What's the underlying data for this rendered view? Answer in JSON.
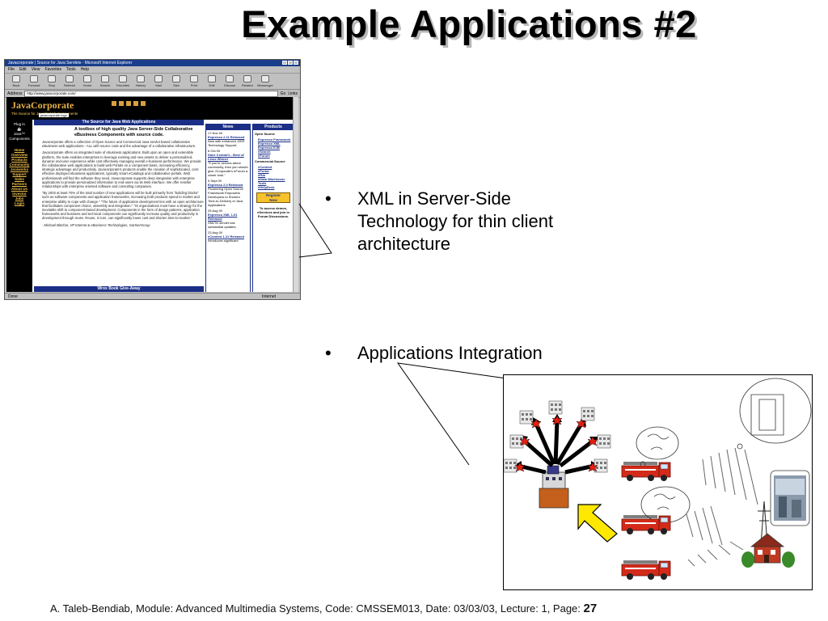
{
  "slide": {
    "title": "Example Applications #2",
    "bullets": [
      {
        "lines": [
          "XML in Server-Side",
          "Technology for thin client",
          "architecture"
        ]
      },
      {
        "lines": [
          "Applications Integration"
        ]
      }
    ],
    "footer": "A. Taleb-Bendiab, Module: Advanced Multimedia Systems, Code: CMSSEM013, Date: 03/03/03, Lecture: 1, Page: ",
    "page_number": "27"
  },
  "browser": {
    "window_title": "Javacorporate | Source for Java Servlets - Microsoft Internet Explorer",
    "menu": [
      "File",
      "Edit",
      "View",
      "Favorites",
      "Tools",
      "Help"
    ],
    "toolbar": [
      "Back",
      "Forward",
      "Stop",
      "Refresh",
      "Home",
      "Search",
      "Favorites",
      "History",
      "Mail",
      "Size",
      "Print",
      "Edit",
      "Discuss",
      "Related",
      "Messenger"
    ],
    "address_label": "Address",
    "address_value": "http://www.javacorporate.com/",
    "go_label": "Go",
    "links_label": "Links",
    "status_text": "Done",
    "zone_text": "Internet",
    "site": {
      "logo": "JavaCorporate",
      "logo_sub": "The Source for Java™ Web Components",
      "logo_tag": "javacorporate logo",
      "left_nav_top": [
        "Plug in",
        "Java™",
        "Components"
      ],
      "left_nav": [
        "Home",
        "Overview",
        "Products",
        "Community",
        "Jooiworks",
        "Support",
        "Sales",
        "Partners",
        "About Us",
        "Investor",
        "Jobs",
        "Login"
      ],
      "main_header": "The Source for Java Web Applications",
      "main_lead": "A toolbox of high quality Java Server-Side Collaborative eBusiness Components with source code.",
      "main_paras": [
        "Javacorporate offers a collection of Open Source and Commercial Java servlet based collaborative eBusiness web applications - ALL with source code and the advantage of a collaborative infrastructure.",
        "Javacorporate offers an integrated suite of ebusiness applications. Built upon an open and extensible platform, the suite enables enterprises to leverage existing and new assets to deliver a personalized, dynamic end-user experience while cost effectively managing overall e-business performance. We provide the collaborative web applications to build web Portals on a component basis, increasing efficiency, strategic advantage and productivity. Javacorporate's products enable the creation of sophisticated, cost-effective deployed ebusiness applications, typically smart eCatalogs and collaborative portals. Web professionals will find the software they need. Javacorporate supports deep integration with enterprise applications to provide personalized information to end-users via its Web interface. We offer reseller relationships with enterprise oriented software and consulting companies.",
        "\"By 2003 at least 70% of the total number of new applications will be built primarily from \"building blocks\" such as software components and application frameworks, increasing both products speed to market and enterprise ability to cope with change.\" \"The future of application development lies with an open architecture that facilitates component choice, assembly and integration.\" \"IS organizations must have a strategy for the inevitable shift to component-based development. Components in the form of design patterns, application frameworks and business and technical components can significantly increase quality and productivity in development through reuse. Reuse, in turn, can significantly lower cost and shorten time-to-market.\"",
        "- Michael Blechar, VP Internet & eBusiness Technologies, GartnerGroup"
      ],
      "main_footer_bar": "Wrox Book Give-Away",
      "news_header": "News",
      "news": [
        {
          "date": "17 Nov 00",
          "link": "Expresso 2.11 Released",
          "text": "Now with enhanced J2EE Technology Support."
        },
        {
          "date": "6 Oct 00",
          "link": "Dave Central's - Best of Linux Winner",
          "text": "\"If you're serious about community, then you should give JCorporate's eForum a closer look.\""
        },
        {
          "date": "5 Sept 00",
          "link": "Expresso 2.0 Released",
          "text": "Pioneering Open Source Framework Empowers Developers to Shorten Time-to-Delivery of Java Applications"
        },
        {
          "date": "25 Aug 00",
          "link": "Expresso XML 1.01 Released",
          "text": "XMLTix servlet has substantial updates."
        },
        {
          "date": "23 Aug 00",
          "link": "eContent 1.21 Released",
          "text": "Introduces significant"
        }
      ],
      "products_header": "Products",
      "open_source_label": "Open Source",
      "open_source": [
        "Expresso Framework",
        "Expresso XML",
        "Expresso EJB",
        "eSearch",
        "eForum"
      ],
      "commercial_label": "Commercial Source",
      "commercial": [
        "eContent",
        "ePortal",
        "eRAI",
        "eData Warehouse Tools",
        "eHelpDesk"
      ],
      "register": [
        "Register",
        "Now"
      ],
      "register_note": "To access demos, eServices and join in Forum Discussions."
    }
  },
  "colors": {
    "site_blue": "#1b2f86",
    "nav_gold": "#f2c14e",
    "truck_red": "#d42a1a",
    "arrow_yellow": "#ffe800"
  },
  "diagram_icons": [
    "building-icon",
    "signal-building-icon",
    "fire-truck-icon",
    "thought-bubble-icon",
    "antenna-tower-icon",
    "house-icon",
    "photo-bubble-icon",
    "yellow-arrow-icon"
  ]
}
